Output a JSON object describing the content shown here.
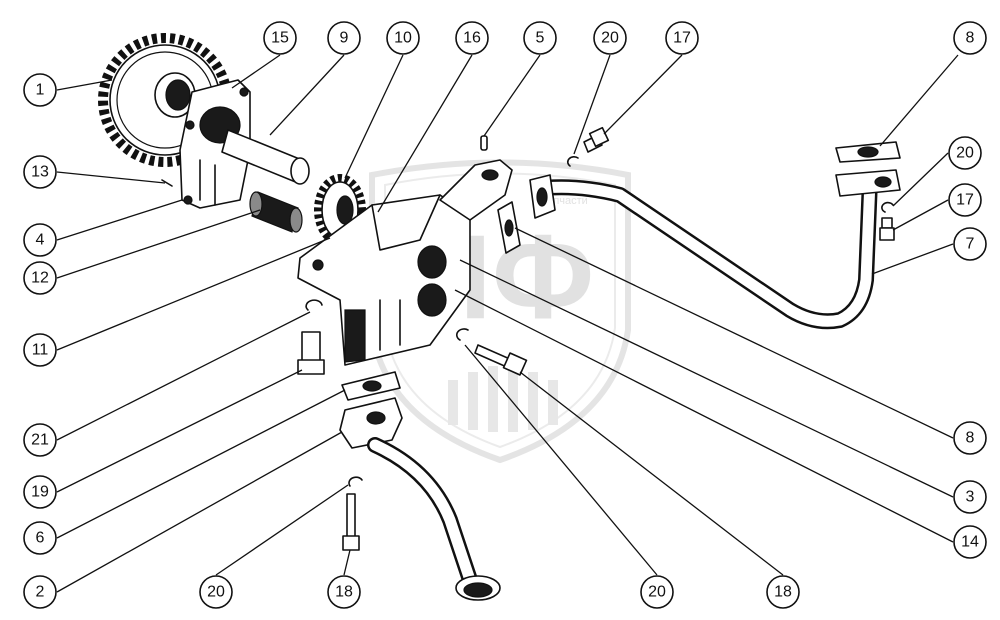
{
  "watermark": {
    "logo_text": "ПФ",
    "arc_text": "запчасти"
  },
  "callouts": [
    {
      "id": "c1",
      "label": "1"
    },
    {
      "id": "c13",
      "label": "13"
    },
    {
      "id": "c4",
      "label": "4"
    },
    {
      "id": "c12",
      "label": "12"
    },
    {
      "id": "c11",
      "label": "11"
    },
    {
      "id": "c21",
      "label": "21"
    },
    {
      "id": "c19",
      "label": "19"
    },
    {
      "id": "c6",
      "label": "6"
    },
    {
      "id": "c2",
      "label": "2"
    },
    {
      "id": "c20b",
      "label": "20"
    },
    {
      "id": "c18b",
      "label": "18"
    },
    {
      "id": "c15",
      "label": "15"
    },
    {
      "id": "c9",
      "label": "9"
    },
    {
      "id": "c10",
      "label": "10"
    },
    {
      "id": "c16",
      "label": "16"
    },
    {
      "id": "c5",
      "label": "5"
    },
    {
      "id": "c20t",
      "label": "20"
    },
    {
      "id": "c17t",
      "label": "17"
    },
    {
      "id": "c8t",
      "label": "8"
    },
    {
      "id": "c20r",
      "label": "20"
    },
    {
      "id": "c17r",
      "label": "17"
    },
    {
      "id": "c7",
      "label": "7"
    },
    {
      "id": "c8r",
      "label": "8"
    },
    {
      "id": "c3",
      "label": "3"
    },
    {
      "id": "c14",
      "label": "14"
    },
    {
      "id": "c20m",
      "label": "20"
    },
    {
      "id": "c18m",
      "label": "18"
    }
  ]
}
